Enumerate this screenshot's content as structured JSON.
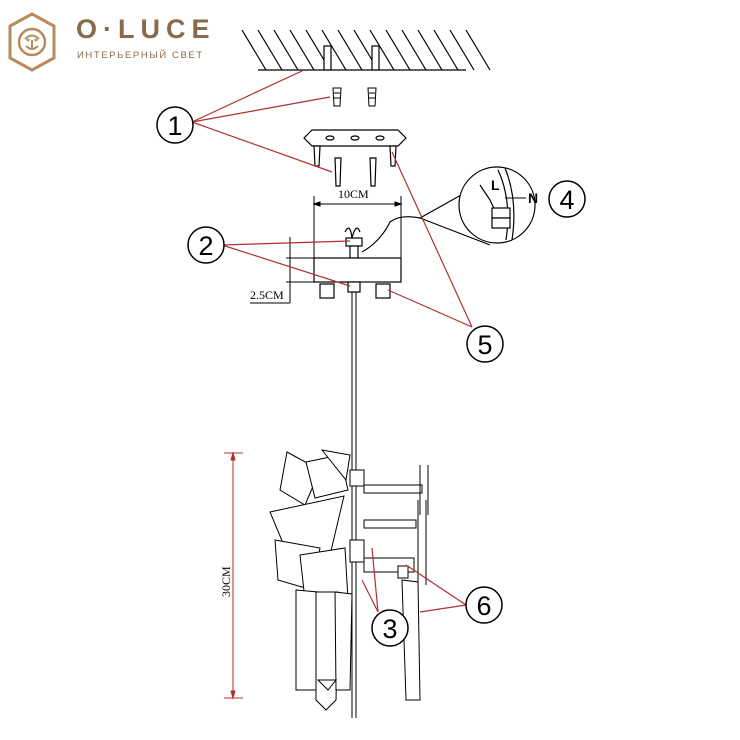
{
  "brand": {
    "name": "O·LUCE",
    "tagline": "ИНТЕРЬЕРНЫЙ СВЕТ"
  },
  "dimensions": {
    "width": "10CM",
    "canopy_height": "2.5CM",
    "fixture_height": "30CM"
  },
  "wire_labels": {
    "live": "L",
    "neutral": "N"
  },
  "callouts": [
    "1",
    "2",
    "3",
    "4",
    "5",
    "6"
  ],
  "colors": {
    "leader": "#b03030",
    "brand": "#8a6a4a",
    "line": "#000000"
  }
}
